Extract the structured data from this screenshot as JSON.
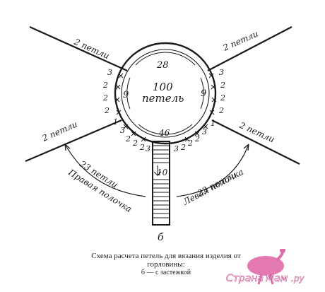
{
  "labels": {
    "petli_2": "2 петли",
    "count_28": "28",
    "count_46": "46",
    "count_9": "9",
    "count_10": "10",
    "count_100": "100",
    "petel": "петель",
    "petli_23": "23 петли",
    "right_front": "Правая полочка",
    "left_front": "Левая полочка",
    "n1": "1",
    "n2": "2",
    "n3": "3",
    "b": "б"
  },
  "caption": {
    "line1": "Схема расчета петель для вязания изделия от",
    "line2": "горловины:",
    "line3": "б — с застежкой"
  },
  "watermark": {
    "brand": "Страна",
    "brand2": "Мам",
    "suffix": ".ру",
    "logo": "ostrich-logo"
  }
}
